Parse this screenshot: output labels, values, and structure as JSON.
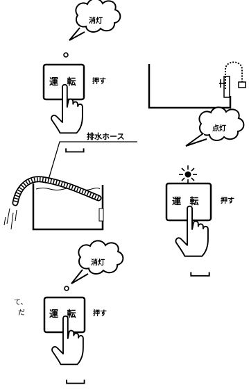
{
  "panel_top": {
    "bubble_label": "消灯",
    "button_label": "運 転",
    "action_label": "押す"
  },
  "panel_right": {
    "bubble_label": "点灯",
    "button_label": "運 転",
    "action_label": "押す"
  },
  "panel_bottom": {
    "bubble_label": "消灯",
    "button_label": "運 転",
    "action_label": "押す"
  },
  "hose_diagram": {
    "hose_label": "排水ホース"
  },
  "cutoff_text": {
    "line1": "て、",
    "line2": "だ"
  },
  "icons": [
    "thought-bubble",
    "indicator-lamp",
    "pointing-hand",
    "drain-hose",
    "water-tank",
    "faucet"
  ]
}
